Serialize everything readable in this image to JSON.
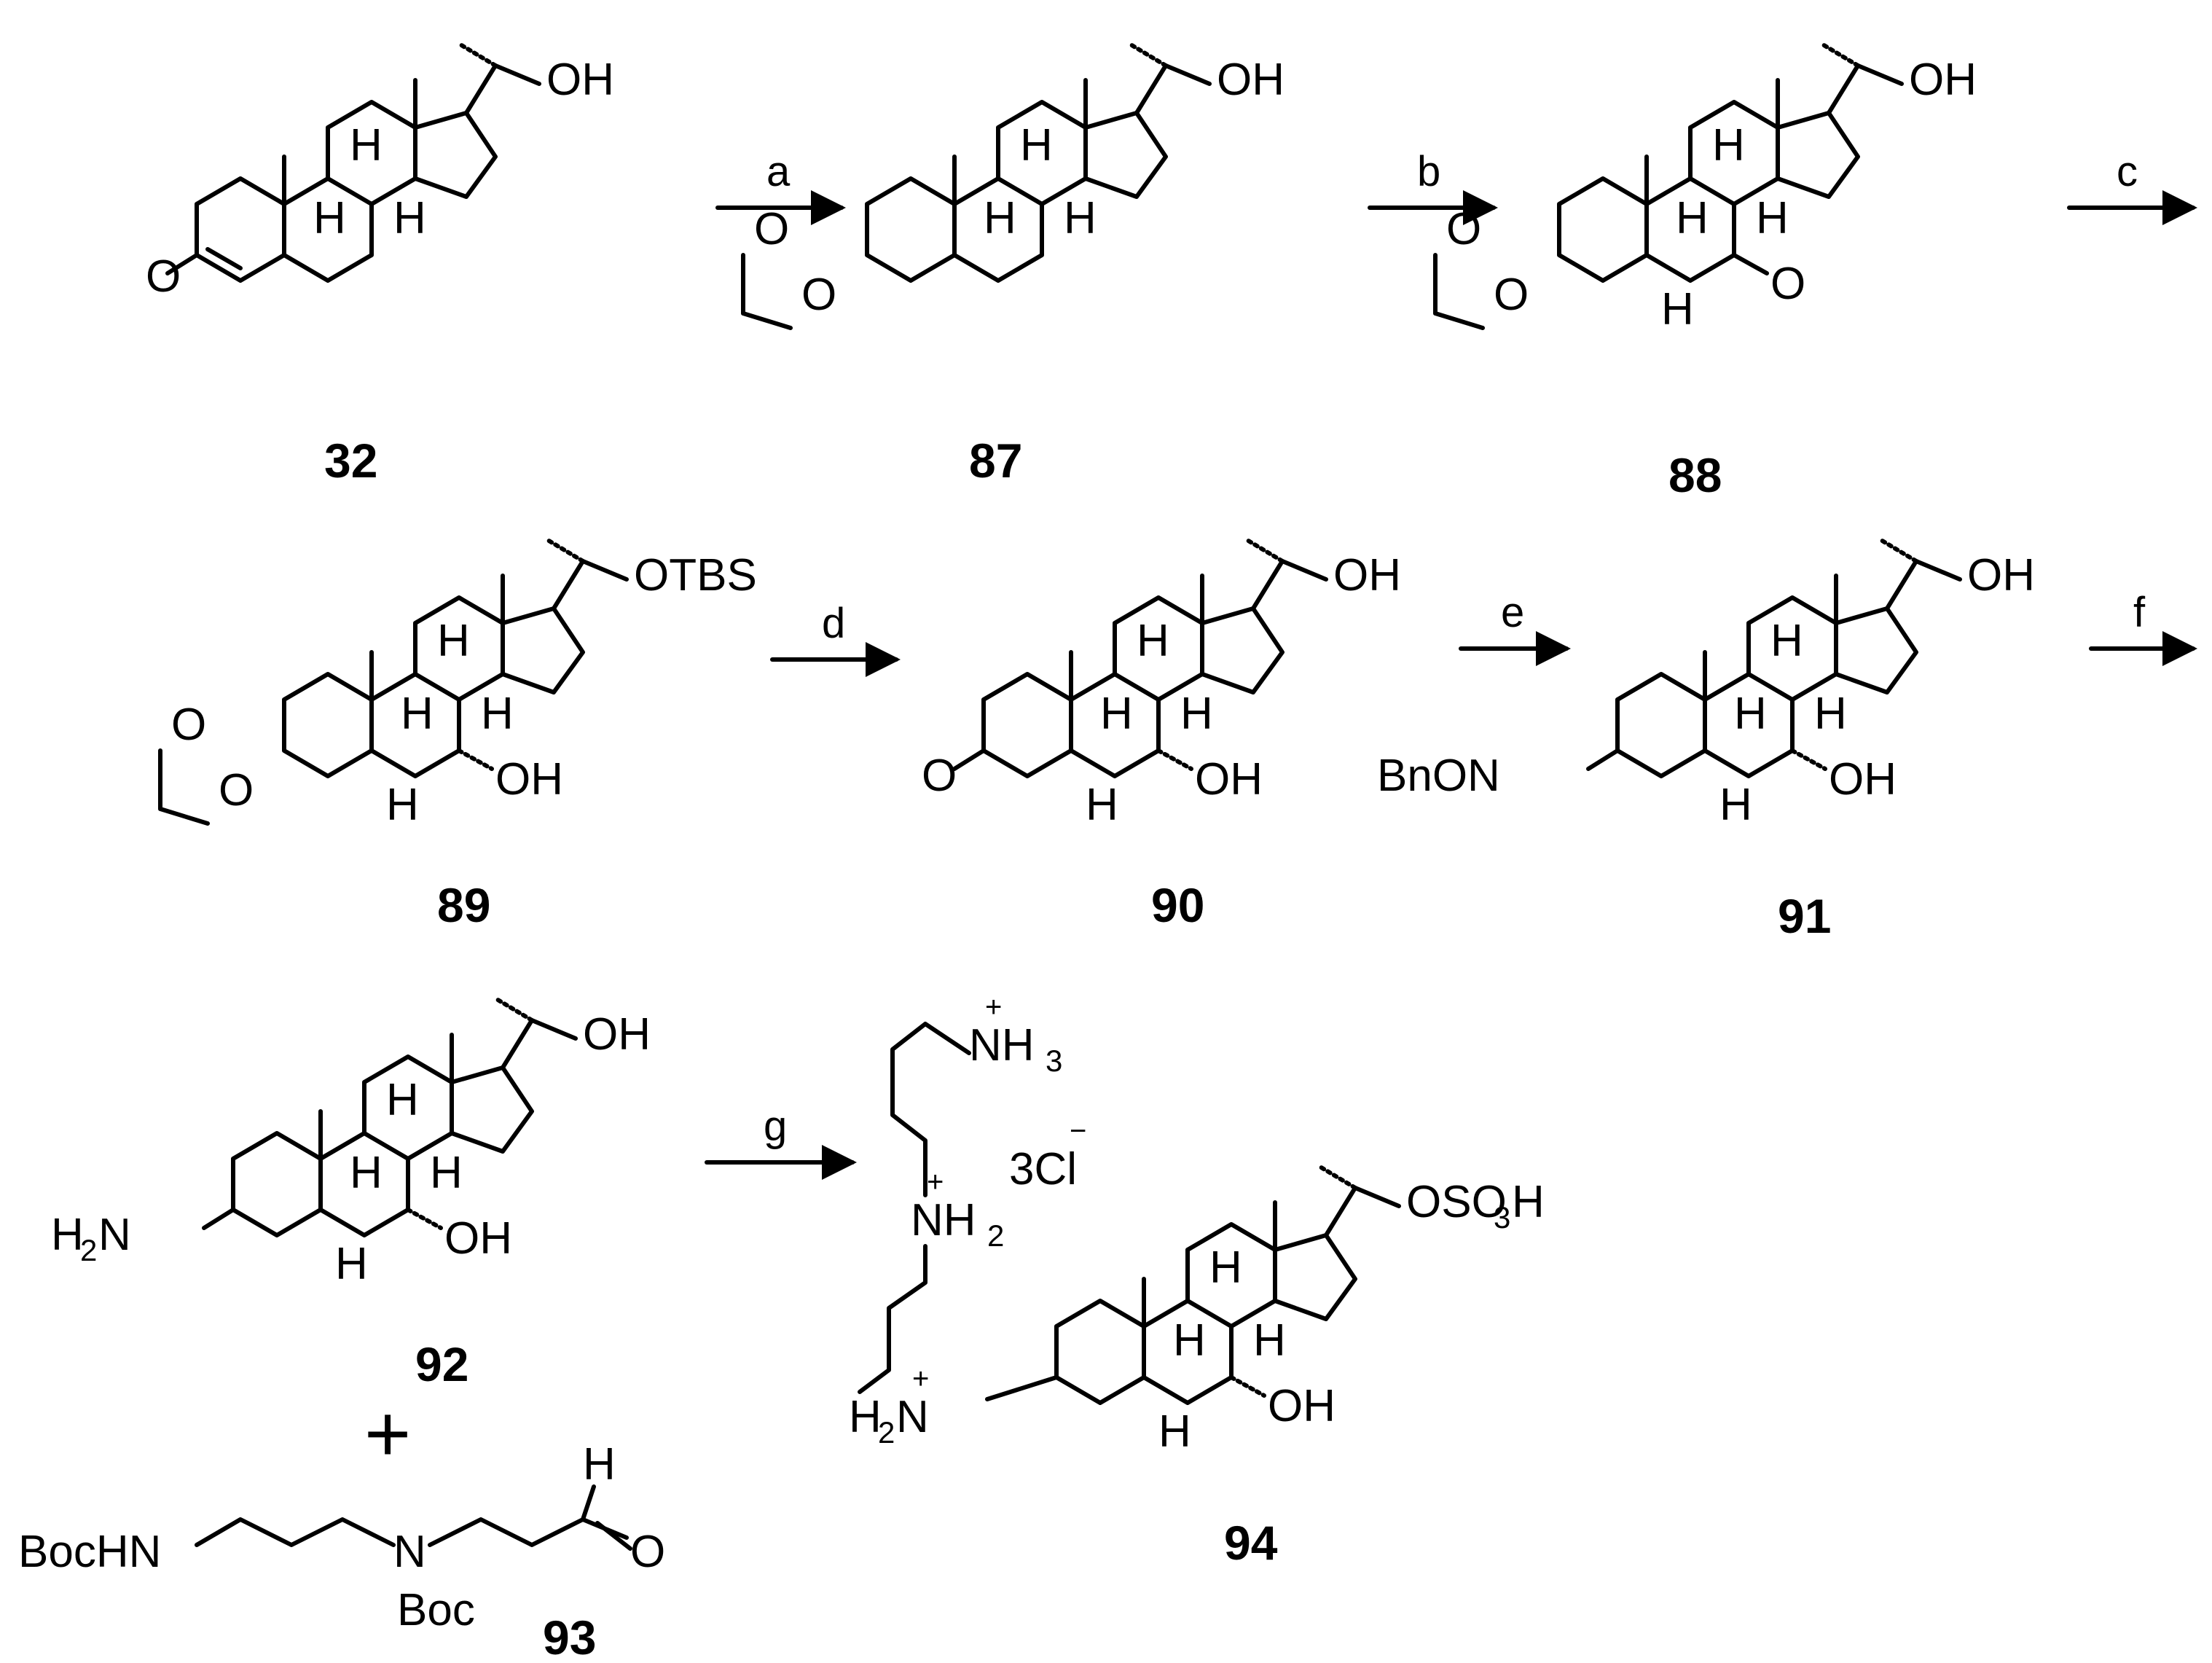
{
  "compounds": [
    {
      "id": "c32",
      "label": "32",
      "substituents": {
        "c3": "O",
        "c7": "",
        "side": "OH"
      }
    },
    {
      "id": "c87",
      "label": "87",
      "substituents": {
        "c3": "O O",
        "c7": "",
        "side": "OH"
      }
    },
    {
      "id": "c88",
      "label": "88",
      "substituents": {
        "c3": "O O",
        "c7": "O",
        "side": "OH"
      }
    },
    {
      "id": "c89",
      "label": "89",
      "substituents": {
        "c3": "O O",
        "c7": "OH",
        "side": "OTBS"
      }
    },
    {
      "id": "c90",
      "label": "90",
      "substituents": {
        "c3": "O",
        "c7": "OH",
        "side": "OH"
      }
    },
    {
      "id": "c91",
      "label": "91",
      "substituents": {
        "c3": "BnON",
        "c7": "OH",
        "side": "OH"
      }
    },
    {
      "id": "c92",
      "label": "92",
      "substituents": {
        "c3": "H2N",
        "c7": "OH",
        "side": "OH"
      }
    },
    {
      "id": "c94",
      "label": "94",
      "substituents": {
        "c3": "H2N",
        "c7": "OH",
        "side": "OSO3H"
      }
    }
  ],
  "reagent_93": {
    "label": "93",
    "left_group": "BocHN",
    "n_label": "N",
    "boc_label": "Boc",
    "aldehyde_h": "H",
    "aldehyde_o": "O"
  },
  "polyamine_94": {
    "nh3": "NH",
    "nh3_sub": "3",
    "nh2": "NH",
    "nh2_sub": "2",
    "nh2_c3": "H",
    "nh2_c3_sub": "2",
    "nh2_c3_n": "N",
    "counterion": "3Cl",
    "plus": "+",
    "minus": "−"
  },
  "steps": [
    "a",
    "b",
    "c",
    "d",
    "e",
    "f",
    "g"
  ],
  "plus_sign": "+",
  "atoms": {
    "H": "H",
    "O": "O",
    "OH": "OH",
    "OTBS": "OTBS",
    "OSO3H_a": "OSO",
    "OSO3H_sub": "3",
    "OSO3H_b": "H",
    "H2N_H": "H",
    "H2N_sub": "2",
    "H2N_N": "N",
    "BnON": "BnON"
  }
}
